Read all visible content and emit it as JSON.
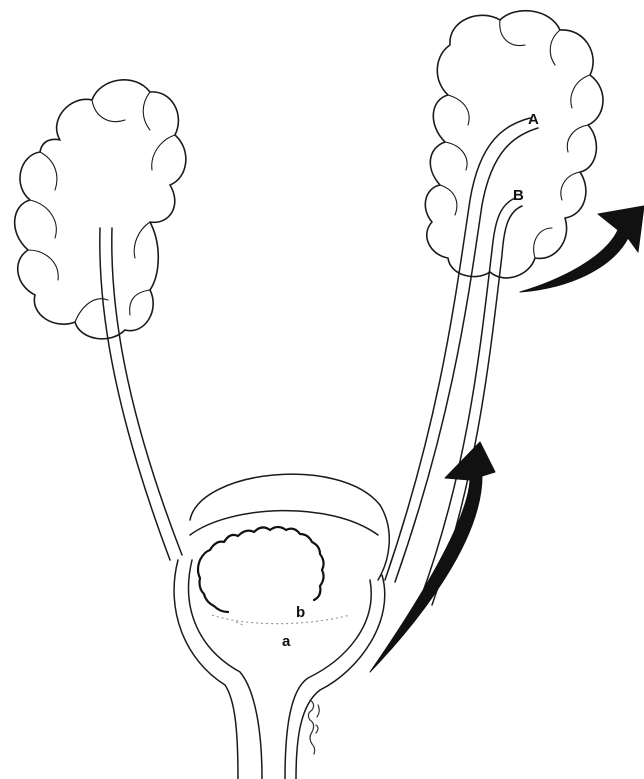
{
  "labels": {
    "upper_a": "A",
    "upper_b": "B",
    "lower_b": "b",
    "lower_a": "a"
  },
  "colors": {
    "ink": "#111111",
    "paper": "#ffffff"
  }
}
